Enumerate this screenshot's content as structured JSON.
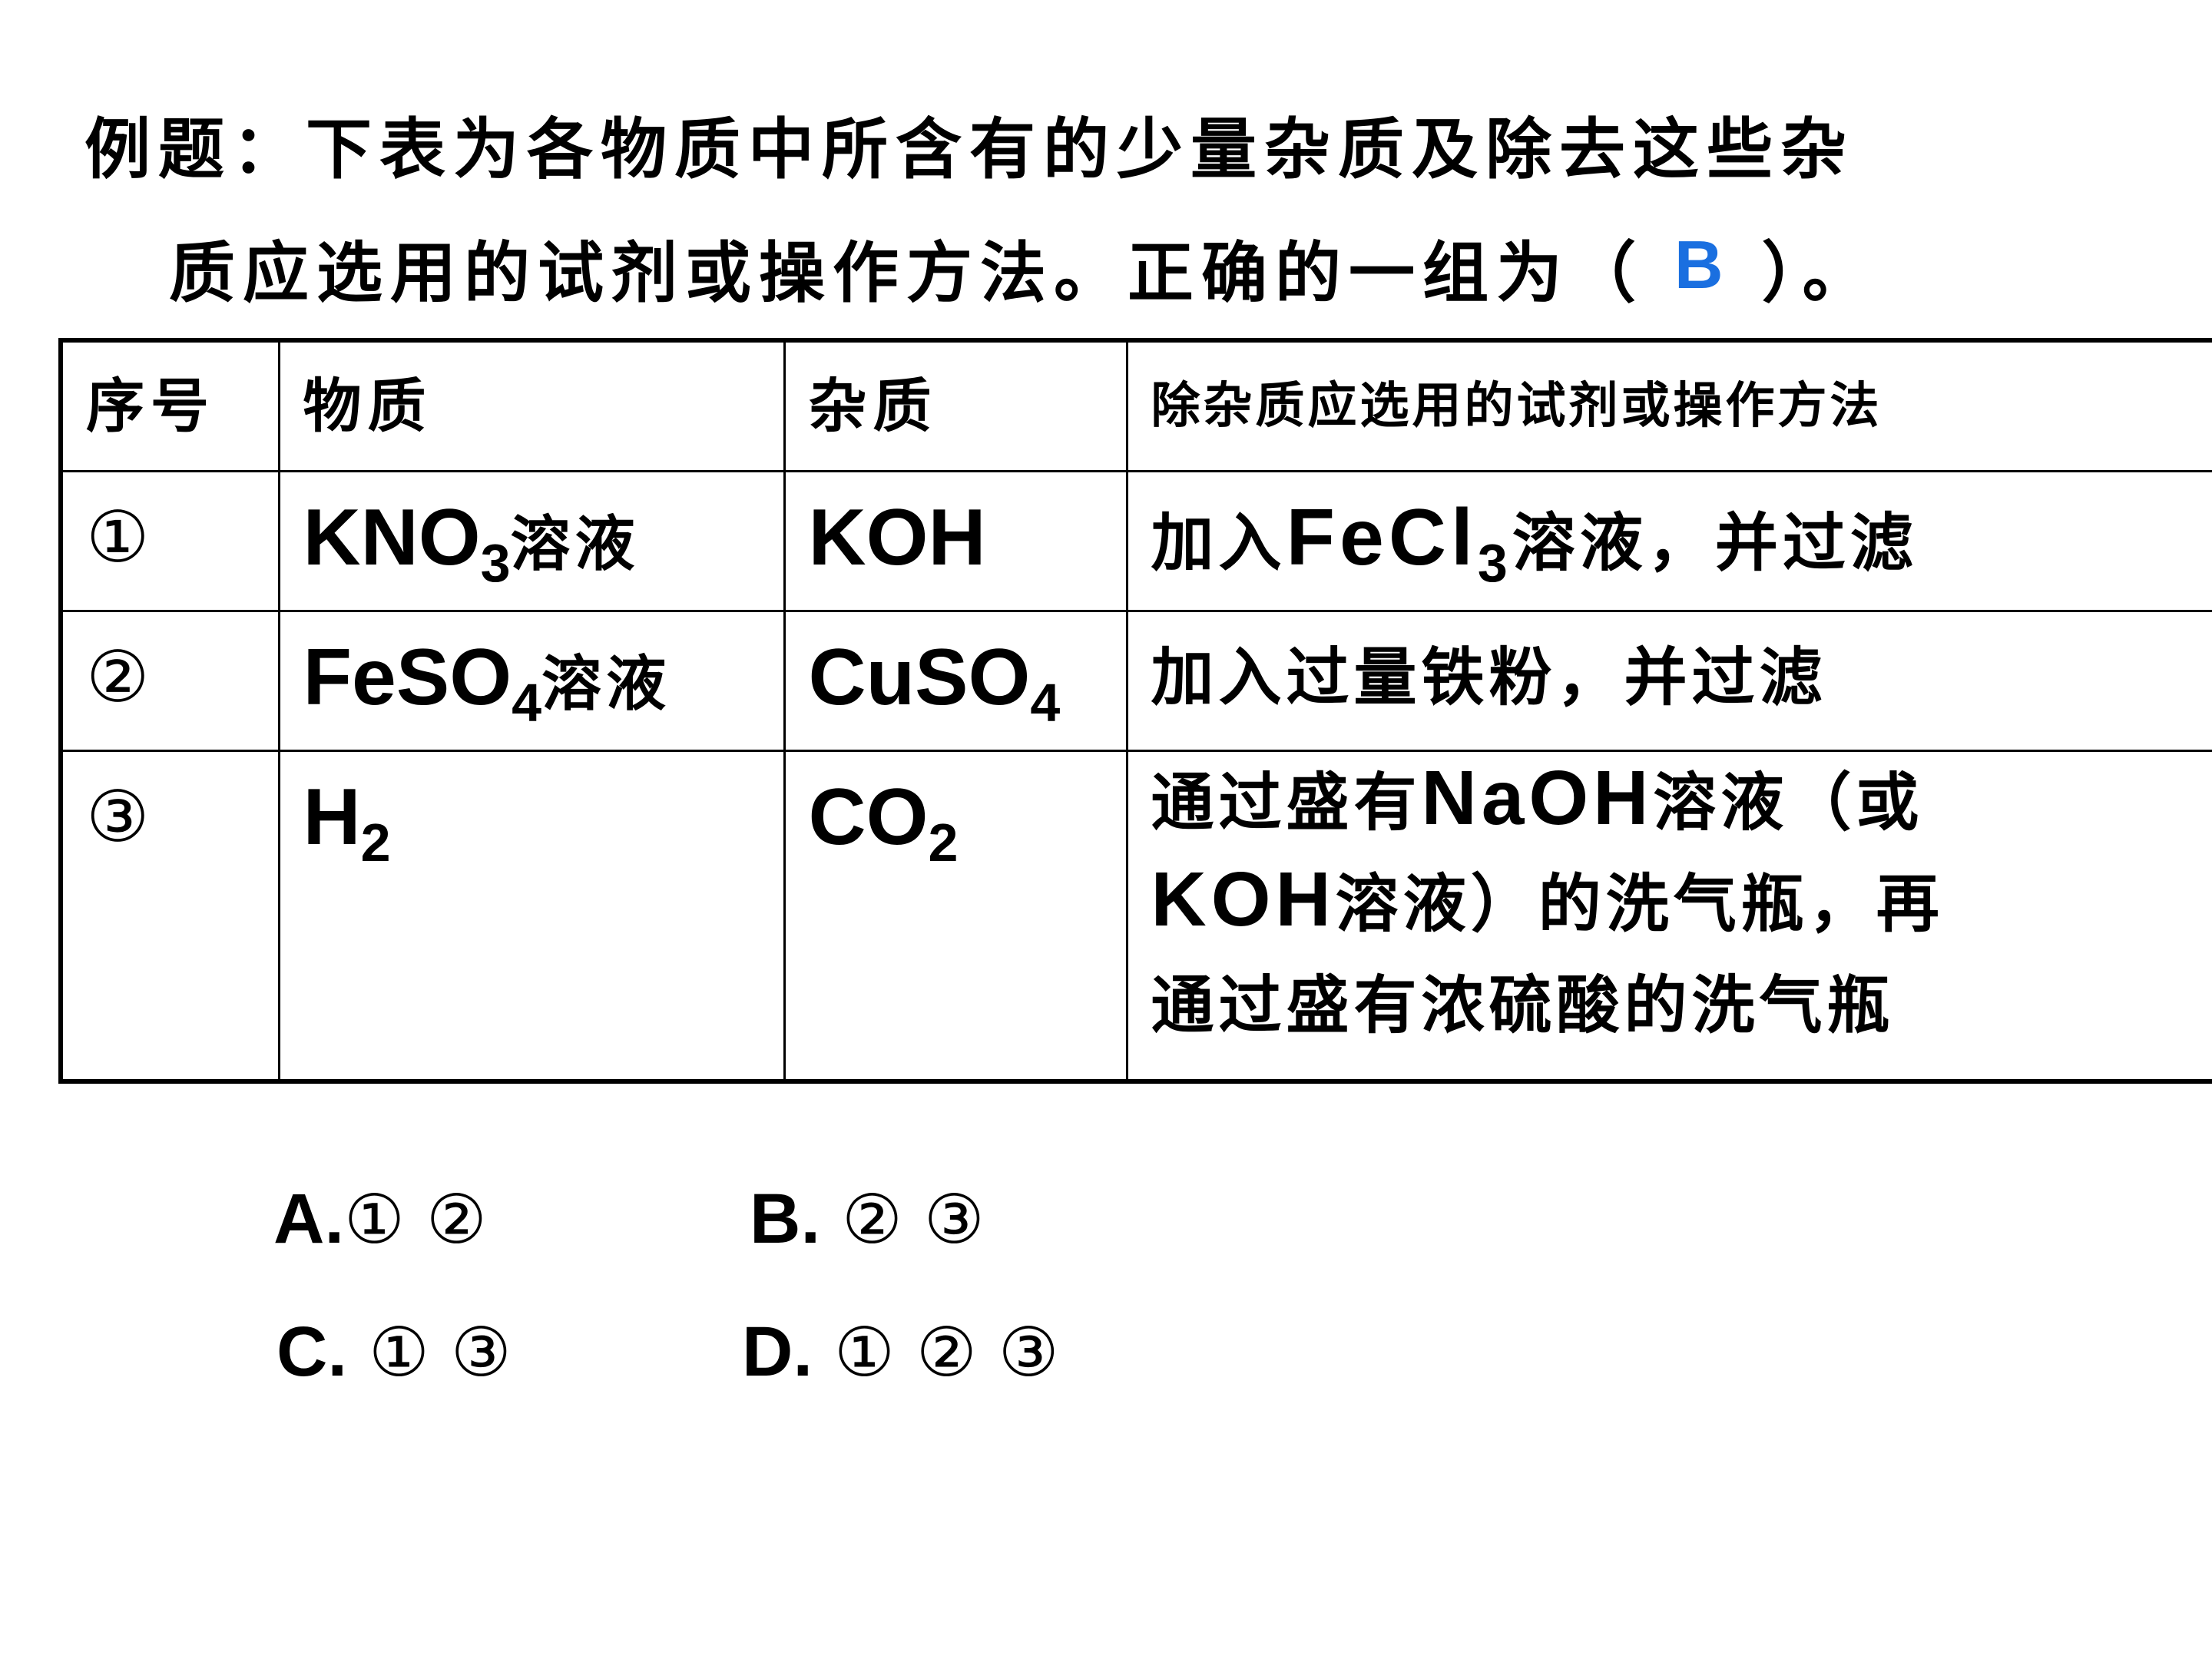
{
  "question": {
    "line1": "例题：下表为各物质中所含有的少量杂质及除去这些杂",
    "line2_prefix": "质应选用的试剂或操作方法。正确的一组为（",
    "answer": "B",
    "line2_suffix": "）。"
  },
  "table": {
    "headers": [
      "序号",
      "物质",
      "杂质",
      "除杂质应选用的试剂或操作方法"
    ],
    "rows": [
      {
        "no": "①",
        "substance": {
          "base": "KNO",
          "sub": "3",
          "suffix": "溶液"
        },
        "impurity": {
          "base": "KOH",
          "sub": ""
        },
        "method": {
          "prefix": "加入",
          "chem": "FeCl",
          "sub": "3",
          "suffix": "溶液，并过滤"
        }
      },
      {
        "no": "②",
        "substance": {
          "base": "FeSO",
          "sub": "4",
          "suffix": "溶液"
        },
        "impurity": {
          "base": "CuSO",
          "sub": "4"
        },
        "method": {
          "text": "加入过量铁粉，并过滤"
        }
      },
      {
        "no": "③",
        "substance": {
          "base": "H",
          "sub": "2",
          "suffix": ""
        },
        "impurity": {
          "base": "CO",
          "sub": "2"
        },
        "method": {
          "l1_prefix": "通过盛有",
          "l1_chem": "NaOH",
          "l1_suffix": "溶液（或",
          "l2_chem": "KOH",
          "l2_suffix": "溶液）的洗气瓶，再",
          "l3": "通过盛有浓硫酸的洗气瓶"
        }
      }
    ]
  },
  "options": [
    {
      "letter": "A.",
      "value": "① ②"
    },
    {
      "letter": "B.",
      "value": " ② ③"
    },
    {
      "letter": "C.",
      "value": " ① ③"
    },
    {
      "letter": "D.",
      "value": " ① ② ③"
    }
  ],
  "colors": {
    "answer": "#1a6fe0",
    "text": "#000000",
    "border": "#000000"
  }
}
